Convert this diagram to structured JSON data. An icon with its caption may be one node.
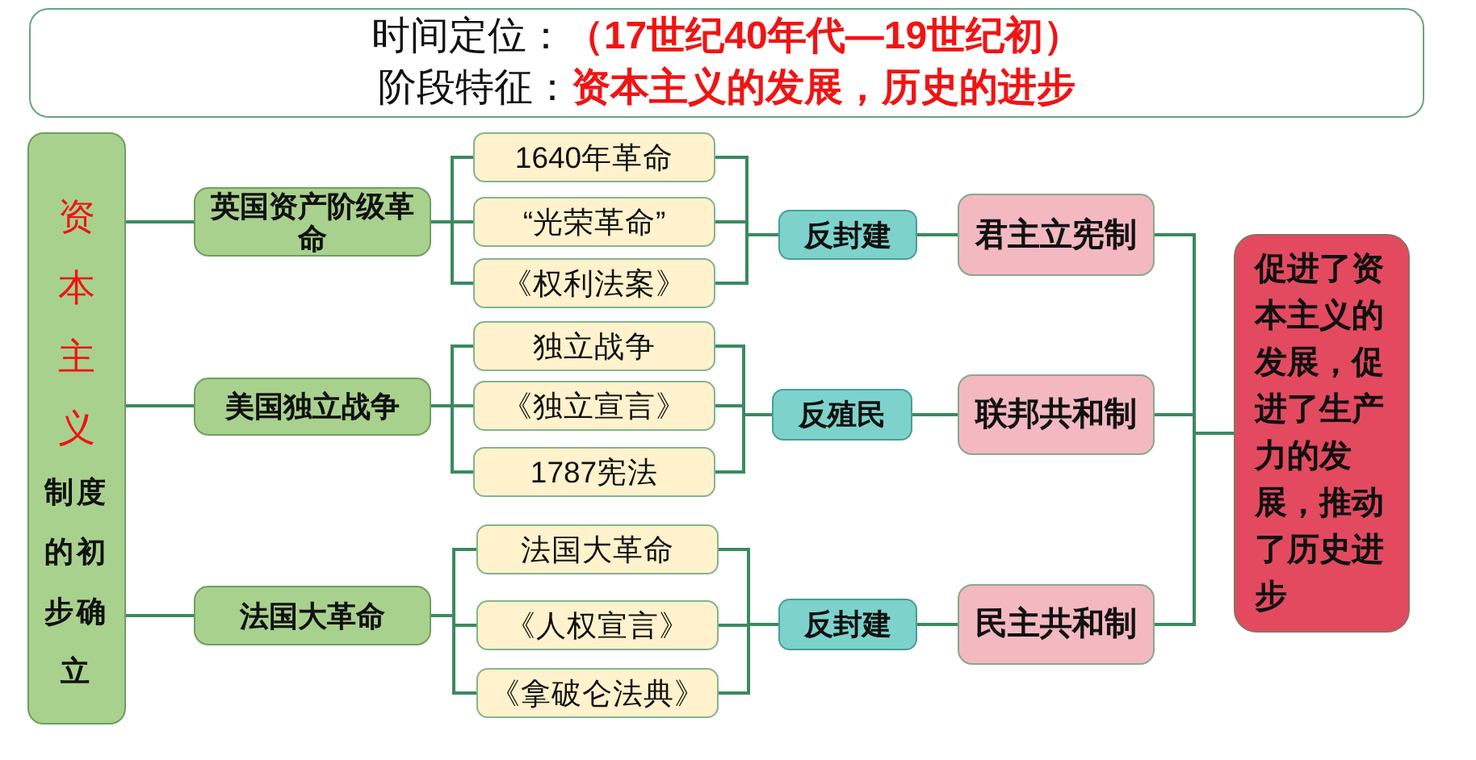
{
  "diagram": {
    "nodes": [
      {
        "text": [
          "时间定位：**（17世纪40年代—19世纪初）**",
          "阶段特征：**资本主义的发展，历史的进步**"
        ]
      },
      {
        "text": [
          "资本主义",
          "制度的初步确立"
        ]
      },
      {
        "text": [
          "英国资产阶级革命"
        ]
      },
      {
        "text": [
          "1640年革命"
        ]
      },
      {
        "text": [
          "“光荣革命”"
        ]
      },
      {
        "text": [
          "《权利法案》"
        ]
      },
      {
        "text": [
          "反封建"
        ]
      },
      {
        "text": [
          "君主立宪制"
        ]
      },
      {
        "text": [
          "美国独立战争"
        ]
      },
      {
        "text": [
          "独立战争"
        ]
      },
      {
        "text": [
          "《独立宣言》"
        ]
      },
      {
        "text": [
          "1787宪法"
        ]
      },
      {
        "text": [
          "反殖民"
        ]
      },
      {
        "text": [
          "联邦共和制"
        ]
      },
      {
        "text": [
          "法国大革命"
        ]
      },
      {
        "text": [
          "法国大革命"
        ]
      },
      {
        "text": [
          "《人权宣言》"
        ]
      },
      {
        "text": [
          "《拿破仑法典》"
        ]
      },
      {
        "text": [
          "反封建"
        ]
      },
      {
        "text": [
          "民主共和制"
        ]
      },
      {
        "text": [
          "促进了资本主义的发展，促进了生产力的发展，推动了历史进步"
        ]
      }
    ],
    "edges": [
      {
        "from": 1,
        "to": 2,
        "arrow": "none"
      },
      {
        "from": 2,
        "to": 3,
        "arrow": "none"
      },
      {
        "from": 2,
        "to": 4,
        "arrow": "none"
      },
      {
        "from": 2,
        "to": 5,
        "arrow": "none"
      },
      {
        "from": 3,
        "to": 6,
        "arrow": "none"
      },
      {
        "from": 4,
        "to": 6,
        "arrow": "none"
      },
      {
        "from": 5,
        "to": 6,
        "arrow": "none"
      },
      {
        "from": 6,
        "to": 7,
        "arrow": "none"
      },
      {
        "from": 7,
        "to": 20,
        "arrow": "none"
      },
      {
        "from": 1,
        "to": 8,
        "arrow": "none"
      },
      {
        "from": 8,
        "to": 9,
        "arrow": "none"
      },
      {
        "from": 8,
        "to": 10,
        "arrow": "none"
      },
      {
        "from": 8,
        "to": 11,
        "arrow": "none"
      },
      {
        "from": 9,
        "to": 12,
        "arrow": "none"
      },
      {
        "from": 10,
        "to": 12,
        "arrow": "none"
      },
      {
        "from": 11,
        "to": 12,
        "arrow": "none"
      },
      {
        "from": 12,
        "to": 13,
        "arrow": "none"
      },
      {
        "from": 13,
        "to": 20,
        "arrow": "none"
      },
      {
        "from": 1,
        "to": 14,
        "arrow": "none"
      },
      {
        "from": 14,
        "to": 15,
        "arrow": "none"
      },
      {
        "from": 14,
        "to": 16,
        "arrow": "none"
      },
      {
        "from": 14,
        "to": 17,
        "arrow": "none"
      },
      {
        "from": 15,
        "to": 18,
        "arrow": "none"
      },
      {
        "from": 16,
        "to": 18,
        "arrow": "none"
      },
      {
        "from": 17,
        "to": 18,
        "arrow": "none"
      },
      {
        "from": 18,
        "to": 19,
        "arrow": "none"
      },
      {
        "from": 19,
        "to": 20,
        "arrow": "none"
      }
    ]
  }
}
